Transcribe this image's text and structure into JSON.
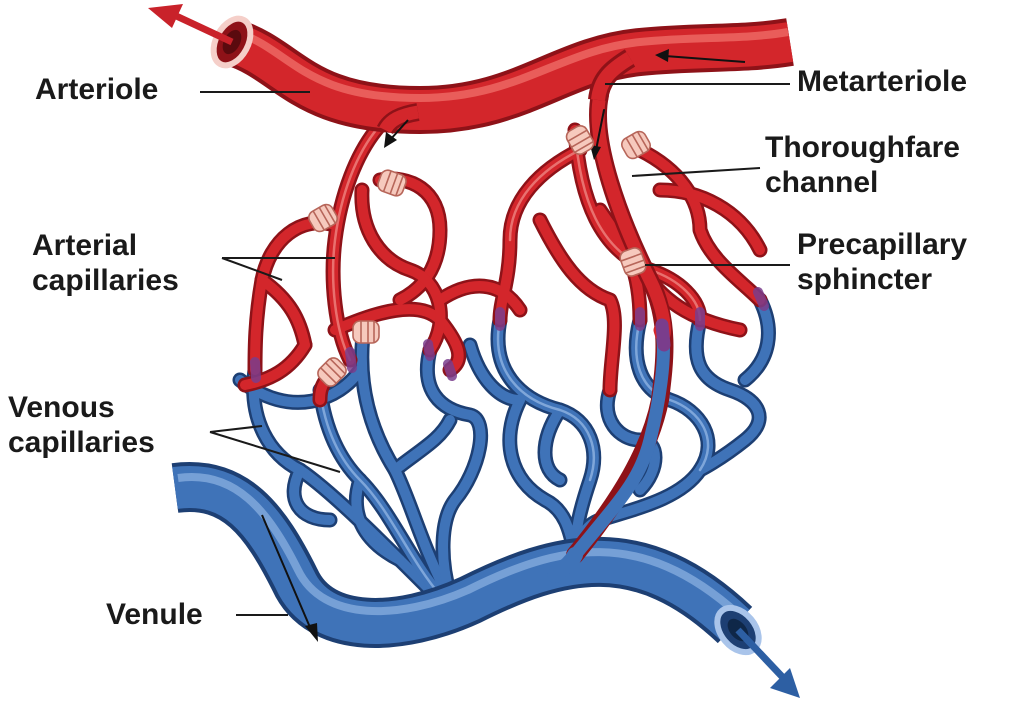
{
  "colors": {
    "artery": "#d3262b",
    "artery_dark": "#8e1218",
    "artery_light": "#ef6b67",
    "vein": "#3f73b8",
    "vein_dark": "#1d3f73",
    "vein_light": "#7fa7dc",
    "mixed": "#7a3d8c",
    "sphincter": "#f6c9bd",
    "sphincter_line": "#b7665a",
    "label_line": "#1a1a1a"
  },
  "labels": {
    "arteriole": "Arteriole",
    "metarteriole": "Metarteriole",
    "thoroughfare": {
      "line1": "Thoroughfare",
      "line2": "channel"
    },
    "precapillary": {
      "line1": "Precapillary",
      "line2": "sphincter"
    },
    "arterial_caps": {
      "line1": "Arterial",
      "line2": "capillaries"
    },
    "venous_caps": {
      "line1": "Venous",
      "line2": "capillaries"
    },
    "venule": "Venule"
  }
}
